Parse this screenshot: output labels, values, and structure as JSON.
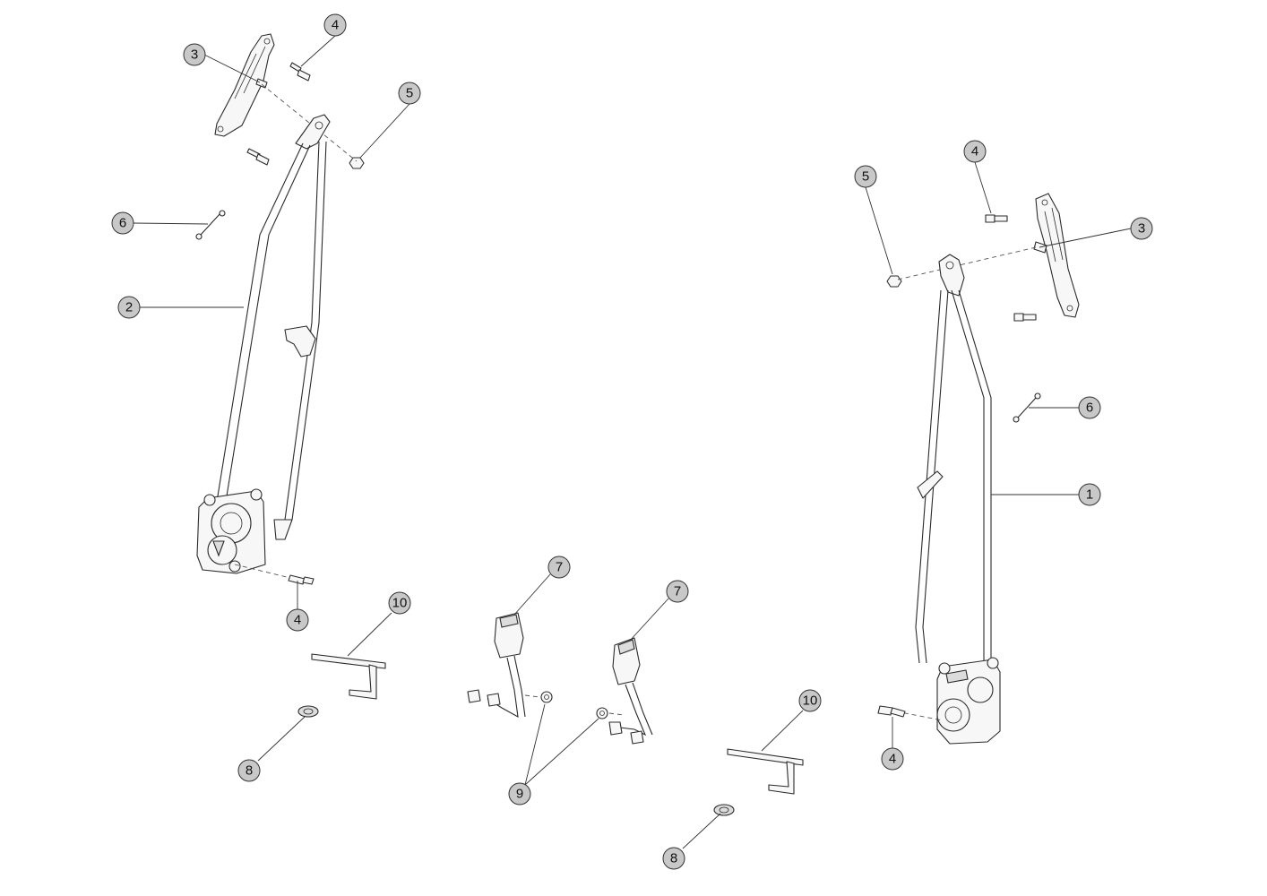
{
  "callouts": [
    {
      "label": "1"
    },
    {
      "label": "2"
    },
    {
      "label": "3"
    },
    {
      "label": "3"
    },
    {
      "label": "4"
    },
    {
      "label": "4"
    },
    {
      "label": "4"
    },
    {
      "label": "4"
    },
    {
      "label": "5"
    },
    {
      "label": "5"
    },
    {
      "label": "6"
    },
    {
      "label": "6"
    },
    {
      "label": "7"
    },
    {
      "label": "7"
    },
    {
      "label": "8"
    },
    {
      "label": "8"
    },
    {
      "label": "9"
    },
    {
      "label": "10"
    },
    {
      "label": "10"
    }
  ]
}
